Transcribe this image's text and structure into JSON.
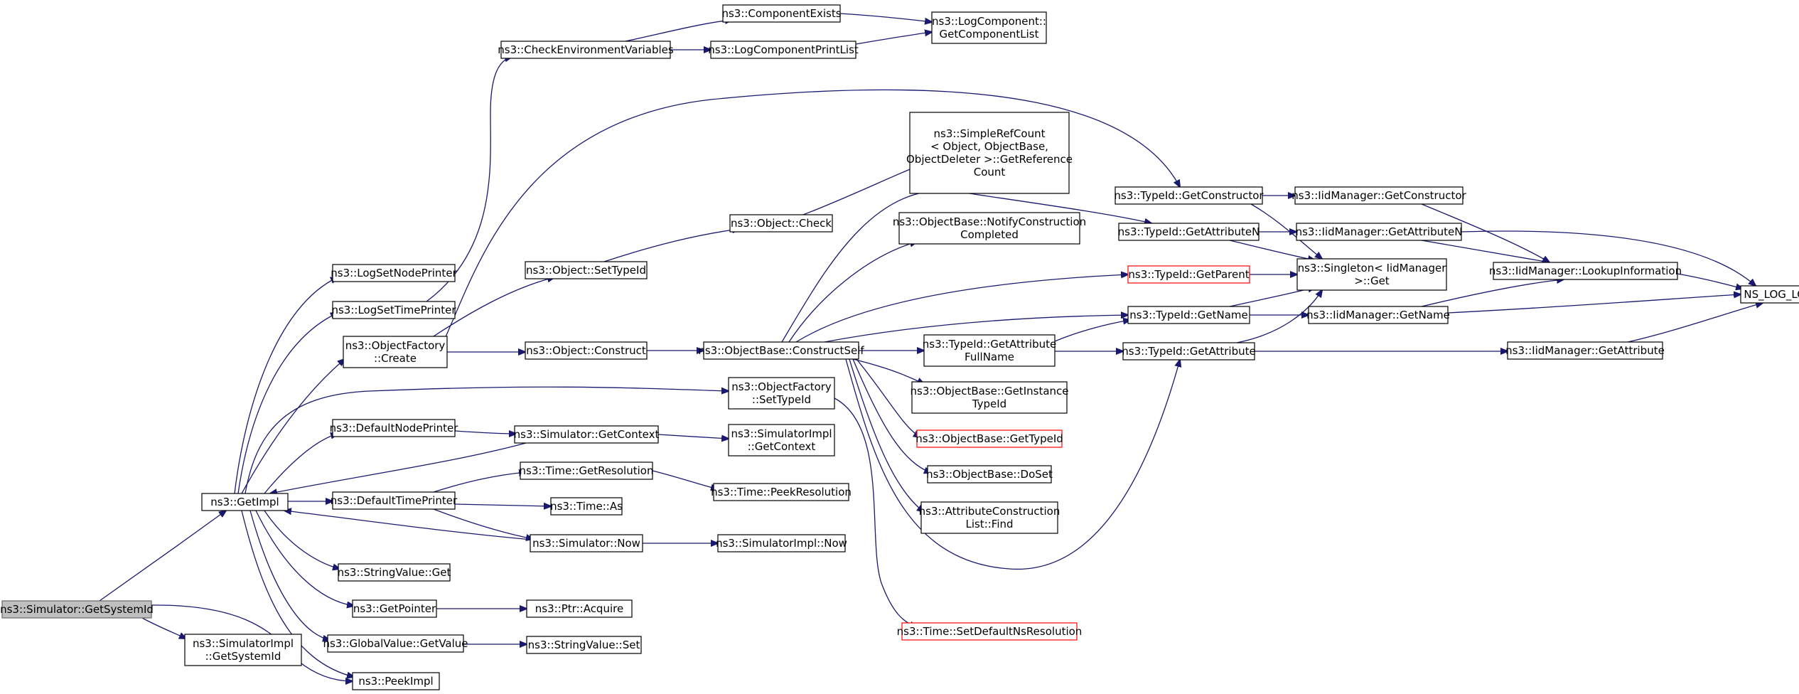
{
  "diagram": {
    "style": {
      "edge_color": "#191970",
      "root_fill": "#bfbfbf",
      "truncated_border": "#ff0000"
    },
    "nodes": [
      {
        "id": "getsystemid",
        "lines": [
          "ns3::Simulator::GetSystemId"
        ],
        "root": true
      },
      {
        "id": "getimpl",
        "lines": [
          "ns3::GetImpl"
        ]
      },
      {
        "id": "simimpl-getsystemid",
        "lines": [
          "ns3::SimulatorImpl",
          "::GetSystemId"
        ]
      },
      {
        "id": "peekimpl",
        "lines": [
          "ns3::PeekImpl"
        ]
      },
      {
        "id": "logsetnodeprinter",
        "lines": [
          "ns3::LogSetNodePrinter"
        ]
      },
      {
        "id": "logsettimeprinter",
        "lines": [
          "ns3::LogSetTimePrinter"
        ]
      },
      {
        "id": "objectfactory-create",
        "lines": [
          "ns3::ObjectFactory",
          "::Create"
        ]
      },
      {
        "id": "defaultnodeprinter",
        "lines": [
          "ns3::DefaultNodePrinter"
        ]
      },
      {
        "id": "defaulttimeprinter",
        "lines": [
          "ns3::DefaultTimePrinter"
        ]
      },
      {
        "id": "stringvalue-get",
        "lines": [
          "ns3::StringValue::Get"
        ]
      },
      {
        "id": "getpointer",
        "lines": [
          "ns3::GetPointer"
        ]
      },
      {
        "id": "globalvalue-getvalue",
        "lines": [
          "ns3::GlobalValue::GetValue"
        ]
      },
      {
        "id": "checkenv",
        "lines": [
          "ns3::CheckEnvironmentVariables"
        ]
      },
      {
        "id": "object-settypeid",
        "lines": [
          "ns3::Object::SetTypeId"
        ]
      },
      {
        "id": "object-construct",
        "lines": [
          "ns3::Object::Construct"
        ]
      },
      {
        "id": "simulator-getcontext",
        "lines": [
          "ns3::Simulator::GetContext"
        ]
      },
      {
        "id": "time-getresolution",
        "lines": [
          "ns3::Time::GetResolution"
        ]
      },
      {
        "id": "time-as",
        "lines": [
          "ns3::Time::As"
        ]
      },
      {
        "id": "simulator-now",
        "lines": [
          "ns3::Simulator::Now"
        ]
      },
      {
        "id": "ptr-acquire",
        "lines": [
          "ns3::Ptr::Acquire"
        ]
      },
      {
        "id": "stringvalue-set",
        "lines": [
          "ns3::StringValue::Set"
        ]
      },
      {
        "id": "componentexists",
        "lines": [
          "ns3::ComponentExists"
        ]
      },
      {
        "id": "logcomponentprintlist",
        "lines": [
          "ns3::LogComponentPrintList"
        ]
      },
      {
        "id": "logcomponent-getcomponentlist",
        "lines": [
          "ns3::LogComponent::",
          "GetComponentList"
        ]
      },
      {
        "id": "object-check",
        "lines": [
          "ns3::Object::Check"
        ]
      },
      {
        "id": "objectbase-constructself",
        "lines": [
          "ns3::ObjectBase::ConstructSelf"
        ]
      },
      {
        "id": "objectfactory-settypeid",
        "lines": [
          "ns3::ObjectFactory",
          "::SetTypeId"
        ]
      },
      {
        "id": "simimpl-getcontext",
        "lines": [
          "ns3::SimulatorImpl",
          "::GetContext"
        ]
      },
      {
        "id": "time-peekresolution",
        "lines": [
          "ns3::Time::PeekResolution"
        ]
      },
      {
        "id": "simimpl-now",
        "lines": [
          "ns3::SimulatorImpl::Now"
        ]
      },
      {
        "id": "simplerefcount",
        "lines": [
          "ns3::SimpleRefCount",
          "< Object, ObjectBase,",
          "ObjectDeleter >::GetReference",
          "Count"
        ]
      },
      {
        "id": "notifyconstruction",
        "lines": [
          "ns3::ObjectBase::NotifyConstruction",
          "Completed"
        ]
      },
      {
        "id": "getattributefullname",
        "lines": [
          "ns3::TypeId::GetAttribute",
          "FullName"
        ]
      },
      {
        "id": "getinstancetypeid",
        "lines": [
          "ns3::ObjectBase::GetInstance",
          "TypeId"
        ]
      },
      {
        "id": "objectbase-gettypeid",
        "lines": [
          "ns3::ObjectBase::GetTypeId"
        ],
        "truncated": true
      },
      {
        "id": "objectbase-doset",
        "lines": [
          "ns3::ObjectBase::DoSet"
        ]
      },
      {
        "id": "attrconstructionlist-find",
        "lines": [
          "ns3::AttributeConstruction",
          "List::Find"
        ]
      },
      {
        "id": "time-setdefaultnsresolution",
        "lines": [
          "ns3::Time::SetDefaultNsResolution"
        ],
        "truncated": true
      },
      {
        "id": "typeid-getconstructor",
        "lines": [
          "ns3::TypeId::GetConstructor"
        ]
      },
      {
        "id": "typeid-getattributen",
        "lines": [
          "ns3::TypeId::GetAttributeN"
        ]
      },
      {
        "id": "typeid-getparent",
        "lines": [
          "ns3::TypeId::GetParent"
        ],
        "truncated": true
      },
      {
        "id": "typeid-getname",
        "lines": [
          "ns3::TypeId::GetName"
        ]
      },
      {
        "id": "typeid-getattribute",
        "lines": [
          "ns3::TypeId::GetAttribute"
        ]
      },
      {
        "id": "iid-getconstructor",
        "lines": [
          "ns3::IidManager::GetConstructor"
        ]
      },
      {
        "id": "iid-getattributen",
        "lines": [
          "ns3::IidManager::GetAttributeN"
        ]
      },
      {
        "id": "singleton-get",
        "lines": [
          "ns3::Singleton< IidManager",
          ">::Get"
        ]
      },
      {
        "id": "iid-getname",
        "lines": [
          "ns3::IidManager::GetName"
        ]
      },
      {
        "id": "iid-lookupinformation",
        "lines": [
          "ns3::IidManager::LookupInformation"
        ]
      },
      {
        "id": "iid-getattribute",
        "lines": [
          "ns3::IidManager::GetAttribute"
        ]
      },
      {
        "id": "ns-log-logic",
        "lines": [
          "NS_LOG_LOGIC"
        ]
      }
    ],
    "edges": [
      [
        "getsystemid",
        "getimpl"
      ],
      [
        "getsystemid",
        "simimpl-getsystemid"
      ],
      [
        "getsystemid",
        "peekimpl"
      ],
      [
        "getimpl",
        "logsetnodeprinter"
      ],
      [
        "getimpl",
        "logsettimeprinter"
      ],
      [
        "getimpl",
        "objectfactory-create"
      ],
      [
        "getimpl",
        "objectfactory-settypeid"
      ],
      [
        "getimpl",
        "defaultnodeprinter"
      ],
      [
        "getimpl",
        "defaulttimeprinter"
      ],
      [
        "getimpl",
        "stringvalue-get"
      ],
      [
        "getimpl",
        "getpointer"
      ],
      [
        "getimpl",
        "globalvalue-getvalue"
      ],
      [
        "getimpl",
        "peekimpl"
      ],
      [
        "logsettimeprinter",
        "checkenv"
      ],
      [
        "checkenv",
        "componentexists"
      ],
      [
        "checkenv",
        "logcomponentprintlist"
      ],
      [
        "componentexists",
        "logcomponent-getcomponentlist"
      ],
      [
        "logcomponentprintlist",
        "logcomponent-getcomponentlist"
      ],
      [
        "objectfactory-create",
        "object-settypeid"
      ],
      [
        "objectfactory-create",
        "object-construct"
      ],
      [
        "objectfactory-create",
        "typeid-getconstructor"
      ],
      [
        "object-settypeid",
        "object-check"
      ],
      [
        "object-check",
        "simplerefcount"
      ],
      [
        "object-construct",
        "objectbase-constructself"
      ],
      [
        "objectbase-constructself",
        "notifyconstruction"
      ],
      [
        "objectbase-constructself",
        "typeid-getattributen"
      ],
      [
        "objectbase-constructself",
        "typeid-getparent"
      ],
      [
        "objectbase-constructself",
        "typeid-getname"
      ],
      [
        "objectbase-constructself",
        "getattributefullname"
      ],
      [
        "objectbase-constructself",
        "getinstancetypeid"
      ],
      [
        "objectbase-constructself",
        "objectbase-gettypeid"
      ],
      [
        "objectbase-constructself",
        "objectbase-doset"
      ],
      [
        "objectbase-constructself",
        "attrconstructionlist-find"
      ],
      [
        "objectbase-constructself",
        "typeid-getattribute"
      ],
      [
        "getattributefullname",
        "typeid-getname"
      ],
      [
        "getattributefullname",
        "typeid-getattribute"
      ],
      [
        "defaultnodeprinter",
        "simulator-getcontext"
      ],
      [
        "simulator-getcontext",
        "simimpl-getcontext"
      ],
      [
        "simulator-getcontext",
        "getimpl"
      ],
      [
        "defaulttimeprinter",
        "time-getresolution"
      ],
      [
        "defaulttimeprinter",
        "time-as"
      ],
      [
        "defaulttimeprinter",
        "simulator-now"
      ],
      [
        "time-getresolution",
        "time-peekresolution"
      ],
      [
        "objectfactory-settypeid",
        "time-setdefaultnsresolution"
      ],
      [
        "simulator-now",
        "simimpl-now"
      ],
      [
        "simulator-now",
        "getimpl"
      ],
      [
        "getpointer",
        "ptr-acquire"
      ],
      [
        "globalvalue-getvalue",
        "stringvalue-set"
      ],
      [
        "typeid-getconstructor",
        "iid-getconstructor"
      ],
      [
        "typeid-getconstructor",
        "singleton-get"
      ],
      [
        "typeid-getattributen",
        "iid-getattributen"
      ],
      [
        "typeid-getattributen",
        "singleton-get"
      ],
      [
        "typeid-getparent",
        "singleton-get"
      ],
      [
        "typeid-getname",
        "singleton-get"
      ],
      [
        "typeid-getname",
        "iid-getname"
      ],
      [
        "typeid-getattribute",
        "singleton-get"
      ],
      [
        "typeid-getattribute",
        "iid-getattribute"
      ],
      [
        "iid-getconstructor",
        "iid-lookupinformation"
      ],
      [
        "iid-getattributen",
        "iid-lookupinformation"
      ],
      [
        "iid-getattributen",
        "ns-log-logic"
      ],
      [
        "iid-getname",
        "iid-lookupinformation"
      ],
      [
        "iid-getname",
        "ns-log-logic"
      ],
      [
        "iid-lookupinformation",
        "ns-log-logic"
      ],
      [
        "iid-getattribute",
        "ns-log-logic"
      ]
    ]
  }
}
